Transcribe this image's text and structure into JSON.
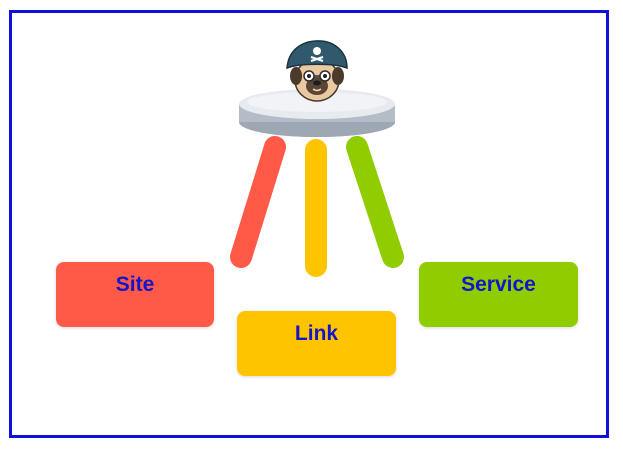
{
  "diagram": {
    "labels": {
      "site": "Site",
      "link": "Link",
      "service": "Service"
    },
    "colors": {
      "frame": "#1010d6",
      "site": "#ff5a47",
      "link": "#ffc400",
      "service": "#8fcc00",
      "label_text": "#1414c8",
      "seat_top": "#e7eaee",
      "seat_side": "#a9b3bf"
    },
    "icons": {
      "mascot": "pirate-pug-icon"
    }
  }
}
